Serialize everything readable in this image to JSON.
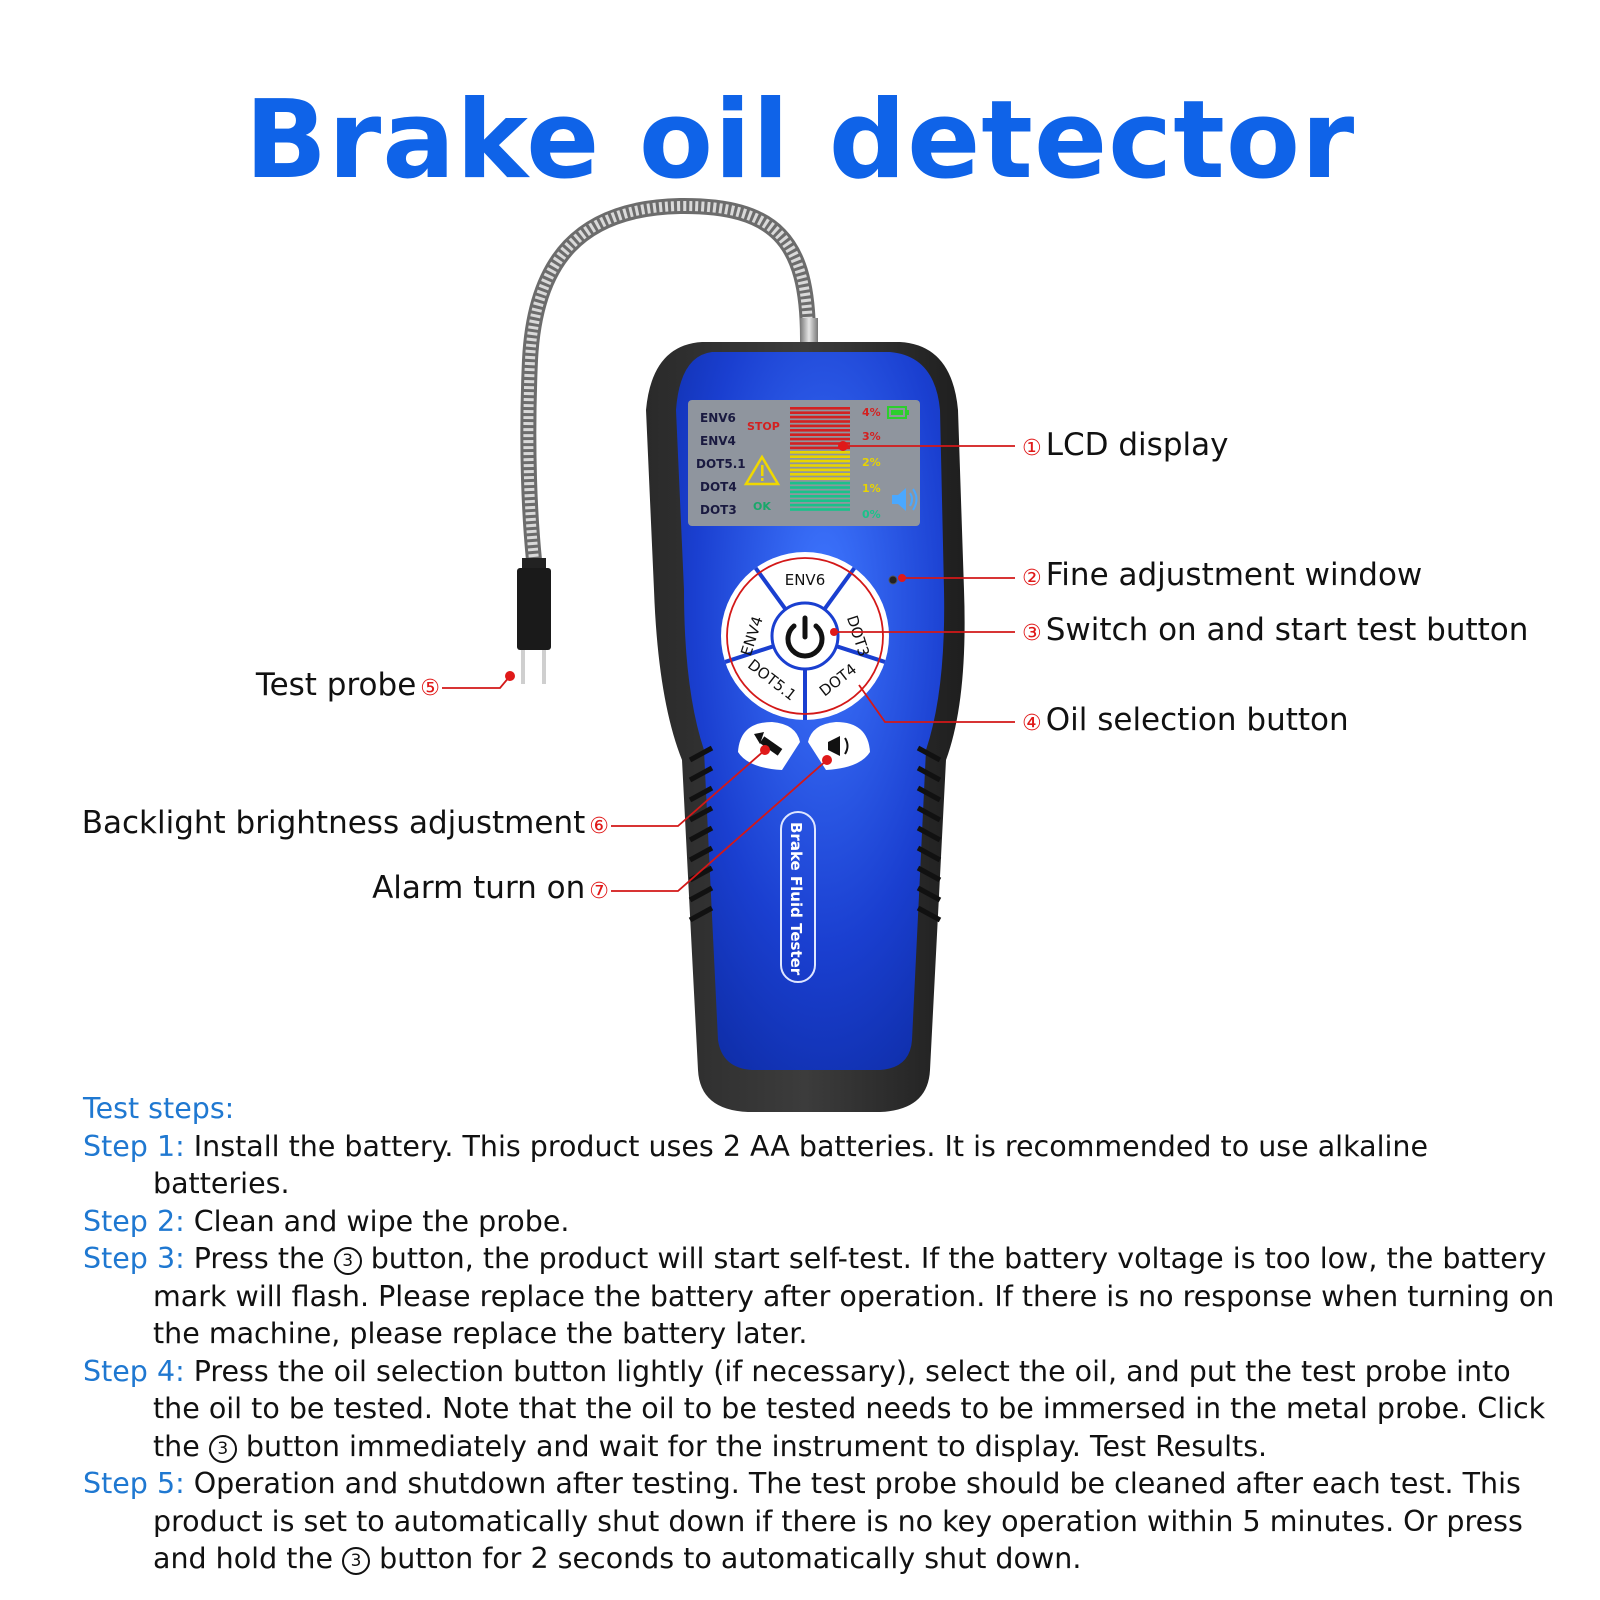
{
  "title": "Brake oil detector",
  "colors": {
    "title": "#0f63e8",
    "step_label": "#1f78d1",
    "callout": "#e01919",
    "device_body": "#1a3fd0"
  },
  "lcd": {
    "rows": [
      "ENV6",
      "ENV4",
      "DOT5.1",
      "DOT4",
      "DOT3"
    ],
    "stop": "STOP",
    "ok": "OK",
    "percents": [
      "4%",
      "3%",
      "2%",
      "1%",
      "0%"
    ]
  },
  "keys": {
    "top": "ENV6",
    "left": "ENV4",
    "right": "DOT3",
    "bottom_left": "DOT5.1",
    "bottom_right": "DOT4"
  },
  "device_text": "Brake Fluid Tester",
  "callouts": {
    "c1": {
      "num": "①",
      "text": "LCD display"
    },
    "c2": {
      "num": "②",
      "text": "Fine adjustment window"
    },
    "c3": {
      "num": "③",
      "text": "Switch on and start test button"
    },
    "c4": {
      "num": "④",
      "text": "Oil selection button"
    },
    "c5": {
      "num": "⑤",
      "text": "Test probe"
    },
    "c6": {
      "num": "⑥",
      "text": "Backlight brightness adjustment"
    },
    "c7": {
      "num": "⑦",
      "text": "Alarm turn on"
    }
  },
  "steps": {
    "header": "Test steps:",
    "items": [
      {
        "label": "Step 1:",
        "text": " Install the battery. This product uses 2 AA batteries. It is recommended to use alkaline batteries."
      },
      {
        "label": "Step 2:",
        "text": " Clean and wipe the probe."
      },
      {
        "label": "Step 3:",
        "a": " Press the ",
        "sym": "3",
        "b": " button, the product will start self-test. If the battery voltage is too low, the battery mark will flash. Please replace the battery after operation. If there is no response when turning on the machine, please replace the battery later."
      },
      {
        "label": "Step 4:",
        "a": " Press the oil selection button lightly (if necessary), select the oil, and put the test probe into the oil to be tested. Note that the oil to be tested needs to be immersed in the metal probe. Click the ",
        "sym": "3",
        "b": " button immediately and wait for the instrument to display. Test Results."
      },
      {
        "label": "Step 5:",
        "a": " Operation and shutdown after testing. The test probe should be cleaned after each test. This product is set to automatically shut down if there is no key operation within 5 minutes. Or press and hold the ",
        "sym": "3",
        "b": " button for 2 seconds to automatically shut down."
      }
    ]
  }
}
